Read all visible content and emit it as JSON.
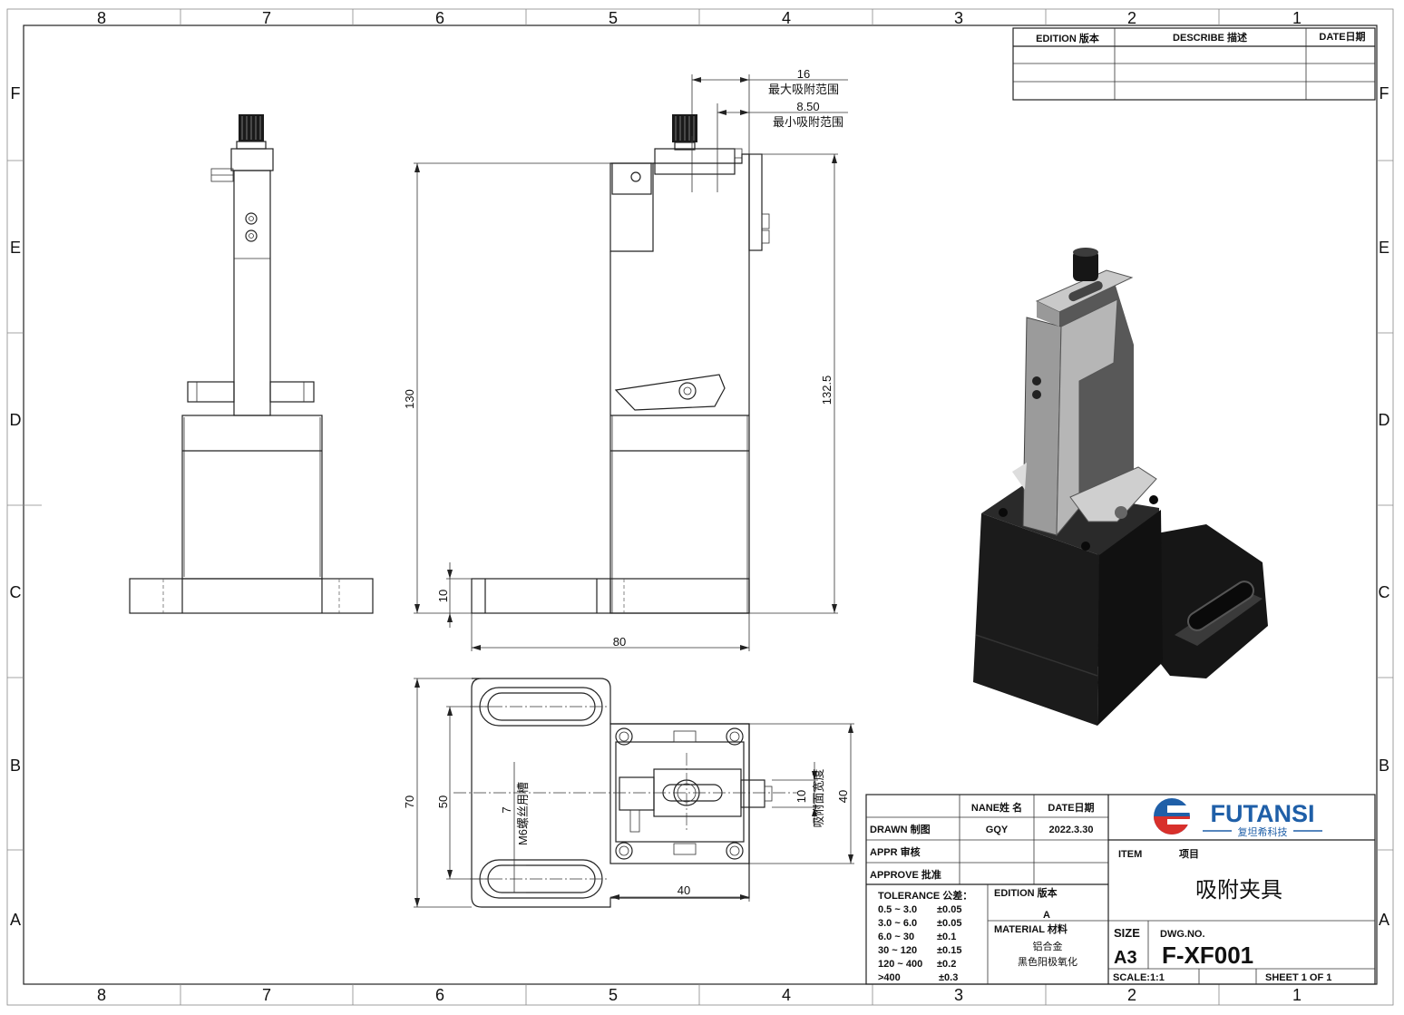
{
  "zones": {
    "cols": [
      "8",
      "7",
      "6",
      "5",
      "4",
      "3",
      "2",
      "1"
    ],
    "rows": [
      "F",
      "E",
      "D",
      "C",
      "B",
      "A"
    ]
  },
  "revision_table": {
    "headers": [
      "EDITION 版本",
      "DESCRIBE 描述",
      "DATE日期"
    ]
  },
  "dimensions": {
    "max_range_value": "16",
    "max_range_label": "最大吸附范围",
    "min_range_value": "8.50",
    "min_range_label": "最小吸附范围",
    "height_130": "130",
    "height_132_5": "132.5",
    "base_thickness": "10",
    "width_80": "80",
    "depth_70": "70",
    "slot_pitch_50": "50",
    "slot_width_7": "7",
    "slot_label": "M6螺丝用槽",
    "block_40_h": "40",
    "block_40_w": "40",
    "surface_10": "10",
    "surface_label": "吸附面宽度"
  },
  "title_block": {
    "name_header": "NANE姓 名",
    "date_header": "DATE日期",
    "drawn_label": "DRAWN 制图",
    "drawn_name": "GQY",
    "drawn_date": "2022.3.30",
    "appr_label": "APPR 审核",
    "approve_label": "APPROVE 批准",
    "tolerance_title": "TOLERANCE 公差：",
    "tolerances": [
      {
        "range": "0.5 ~ 3.0",
        "value": "±0.05"
      },
      {
        "range": "3.0 ~ 6.0",
        "value": "±0.05"
      },
      {
        "range": "6.0 ~ 30",
        "value": "±0.1"
      },
      {
        "range": "30 ~ 120",
        "value": "±0.15"
      },
      {
        "range": "120 ~ 400",
        "value": "±0.2"
      },
      {
        "range": ">400",
        "value": "±0.3"
      }
    ],
    "edition_label": "EDITION 版本",
    "edition_value": "A",
    "material_label": "MATERIAL 材料",
    "material_value": "铝合金",
    "finish_value": "黑色阳极氧化",
    "company_name": "FUTANSI",
    "company_cn": "复坦希科技",
    "item_label": "ITEM",
    "item_cn": "项目",
    "part_name": "吸附夹具",
    "size_label": "SIZE",
    "size_value": "A3",
    "dwg_label": "DWG.NO.",
    "dwg_value": "F-XF001",
    "scale": "SCALE:1:1",
    "sheet": "SHEET  1  OF  1"
  },
  "colors": {
    "logo_blue": "#1f5fa8",
    "logo_red": "#d8302b",
    "body_dark": "#1c1c1c",
    "plate_gray": "#a9a9a9"
  }
}
